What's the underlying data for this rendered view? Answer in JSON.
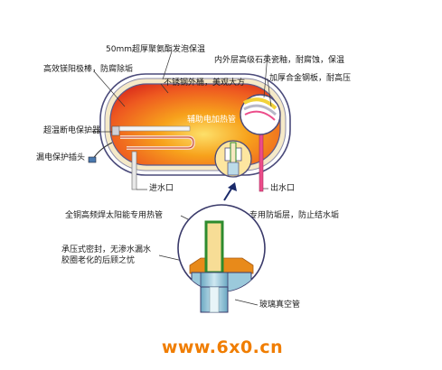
{
  "labels": {
    "insulation": "50mm超厚聚氨酯发泡保温",
    "enamel_layer": "内外层高级石英瓷釉，耐腐蚀，保温",
    "anode": "高效镁阳极棒，防腐除垢",
    "stainless_tank": "不锈钢外桶，美观大方",
    "steel_plate": "加厚合金钢板，耐高压",
    "overheat_protector": "超温断电保护器",
    "aux_heater": "辅助电加热管",
    "leak_plug": "漏电保护插头",
    "inlet": "进水口",
    "outlet": "出水口",
    "glass_tube_heat_pipe": "全铜高频焊太阳能专用热管",
    "anti_scale": "专用防垢层，防止结水垢",
    "seal_1": "承压式密封，无渗水漏水",
    "seal_2": "胶圈老化的后顾之忧",
    "vacuum_tube": "玻璃真空管"
  },
  "watermark": "www.6x0.cn",
  "colors": {
    "outline": "#5a5a8c",
    "tank_hot": "#e8321e",
    "tank_warm": "#f7a21c",
    "tank_light": "#fde06a",
    "pipe_pink": "#ec4d8a",
    "heat_pipe_green": "#2e8b2e",
    "seal_orange": "#e88a1a",
    "glass_blue": "#8fc3d8",
    "watermark": "#f07d00"
  }
}
